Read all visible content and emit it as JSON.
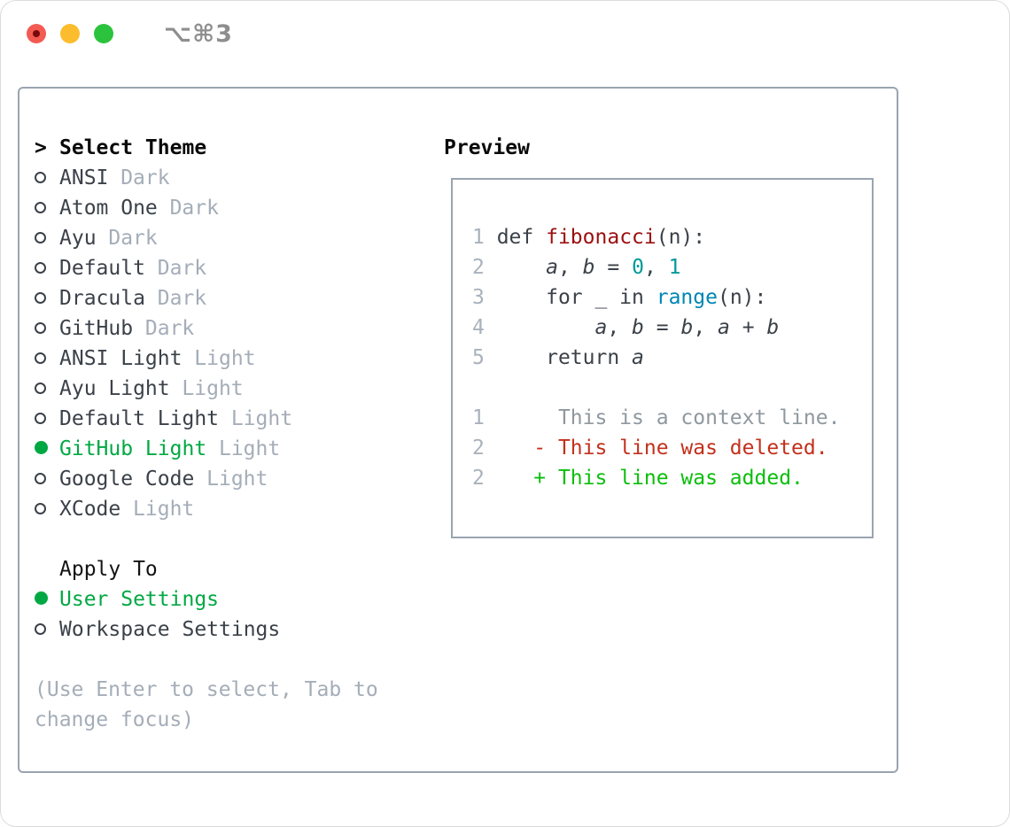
{
  "window": {
    "title": "⌥⌘3",
    "traffic_lights": [
      "close",
      "minimize",
      "zoom"
    ]
  },
  "theme_panel": {
    "header": {
      "marker": ">",
      "label": "Select Theme"
    },
    "items": [
      {
        "name": "ANSI",
        "variant": "Dark",
        "selected": false
      },
      {
        "name": "Atom One",
        "variant": "Dark",
        "selected": false
      },
      {
        "name": "Ayu",
        "variant": "Dark",
        "selected": false
      },
      {
        "name": "Default",
        "variant": "Dark",
        "selected": false
      },
      {
        "name": "Dracula",
        "variant": "Dark",
        "selected": false
      },
      {
        "name": "GitHub",
        "variant": "Dark",
        "selected": false
      },
      {
        "name": "ANSI Light",
        "variant": "Light",
        "selected": false
      },
      {
        "name": "Ayu Light",
        "variant": "Light",
        "selected": false
      },
      {
        "name": "Default Light",
        "variant": "Light",
        "selected": false
      },
      {
        "name": "GitHub Light",
        "variant": "Light",
        "selected": true
      },
      {
        "name": "Google Code",
        "variant": "Light",
        "selected": false
      },
      {
        "name": "XCode",
        "variant": "Light",
        "selected": false
      }
    ]
  },
  "apply_panel": {
    "header": "Apply To",
    "items": [
      {
        "name": "User Settings",
        "selected": true
      },
      {
        "name": "Workspace Settings",
        "selected": false
      }
    ]
  },
  "help_text": "(Use Enter to select, Tab to change focus)",
  "preview": {
    "header": "Preview",
    "lines": [
      [
        {
          "t": "1",
          "c": "ln"
        },
        {
          "t": " def ",
          "c": "df"
        },
        {
          "t": "fibonacci",
          "c": "fn"
        },
        {
          "t": "(n):",
          "c": "df"
        }
      ],
      [
        {
          "t": "2",
          "c": "ln"
        },
        {
          "t": "     ",
          "c": "df"
        },
        {
          "t": "a",
          "c": "it"
        },
        {
          "t": ", ",
          "c": "df"
        },
        {
          "t": "b",
          "c": "it"
        },
        {
          "t": " = ",
          "c": "df"
        },
        {
          "t": "0",
          "c": "num"
        },
        {
          "t": ", ",
          "c": "df"
        },
        {
          "t": "1",
          "c": "num"
        }
      ],
      [
        {
          "t": "3",
          "c": "ln"
        },
        {
          "t": "     for _ in ",
          "c": "df"
        },
        {
          "t": "range",
          "c": "bi"
        },
        {
          "t": "(n):",
          "c": "df"
        }
      ],
      [
        {
          "t": "4",
          "c": "ln"
        },
        {
          "t": "         ",
          "c": "df"
        },
        {
          "t": "a",
          "c": "it"
        },
        {
          "t": ", ",
          "c": "df"
        },
        {
          "t": "b",
          "c": "it"
        },
        {
          "t": " = ",
          "c": "df"
        },
        {
          "t": "b",
          "c": "it"
        },
        {
          "t": ", ",
          "c": "df"
        },
        {
          "t": "a",
          "c": "it"
        },
        {
          "t": " + ",
          "c": "df"
        },
        {
          "t": "b",
          "c": "it"
        }
      ],
      [
        {
          "t": "5",
          "c": "ln"
        },
        {
          "t": "     return ",
          "c": "df"
        },
        {
          "t": "a",
          "c": "it"
        }
      ],
      [],
      [
        {
          "t": "1",
          "c": "ln"
        },
        {
          "t": "      This is a context line.",
          "c": "ctx"
        }
      ],
      [
        {
          "t": "2",
          "c": "ln"
        },
        {
          "t": "    ",
          "c": "df"
        },
        {
          "t": "- This line was deleted.",
          "c": "del"
        }
      ],
      [
        {
          "t": "2",
          "c": "ln"
        },
        {
          "t": "    ",
          "c": "df"
        },
        {
          "t": "+ This line was added.",
          "c": "add"
        }
      ]
    ]
  },
  "colors": {
    "panel_border": "#9aa4b0",
    "text_dark": "#3b4149",
    "text_black": "#0a0a0a",
    "text_gray": "#a4adb8",
    "line_number_gray": "#a9b2bc",
    "context_gray": "#8f989f",
    "selection_green": "#00a843",
    "diff_added_green": "#0cbe0c",
    "diff_deleted_red": "#c3301c",
    "syntax_function_red": "#9b0f0f",
    "syntax_number_teal": "#009999",
    "syntax_builtin_blue": "#0086b3",
    "titlebar_text_gray": "#8e8e8e",
    "traffic_red": "#f35a51",
    "traffic_yellow": "#fbbd2d",
    "traffic_green": "#2bc33e"
  }
}
